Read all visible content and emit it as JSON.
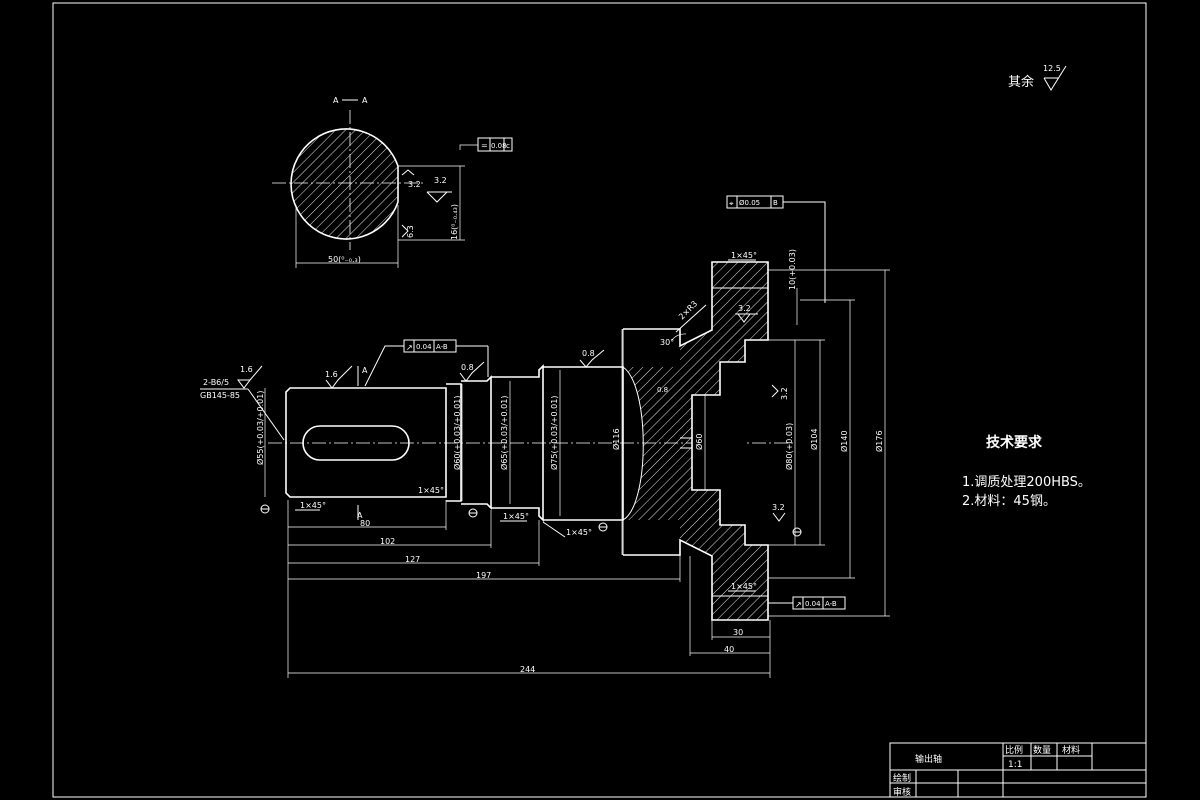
{
  "roughness_note": {
    "label": "其余",
    "value": "12.5"
  },
  "section": {
    "label_a1": "A",
    "label_a2": "A",
    "dim_width": "50(⁰₋₀.₃)",
    "dim_depth": "16(⁰₋₀.₄₃)",
    "rough1": "3.2",
    "rough2": "3.2",
    "rough3": "6.3",
    "tol_symbol": "=",
    "tol_value": "0.08",
    "tol_datum": "c"
  },
  "shaft": {
    "center_hole": "2-B6/5",
    "center_std": "GB145-85",
    "d1": "Ø55(+0.03/+0.01)",
    "d2": "Ø60(+0.03/+0.01)",
    "d3": "Ø65(+0.03/+0.01)",
    "d4": "Ø75(+0.03/+0.01)",
    "d5": "Ø116",
    "d6": "Ø60",
    "d7": "Ø80(+0.03)",
    "d8": "Ø104",
    "d9": "Ø140",
    "d10": "Ø176",
    "tol1_value": "0.04",
    "tol1_datum": "A-B",
    "tol2_value": "0.04",
    "tol2_datum": "A-B",
    "tol3_value": "Ø0.05",
    "tol3_datum": "B",
    "sec_a1": "A",
    "sec_a2": "A",
    "r16": "1.6",
    "r08a": "0.8",
    "r08b": "0.8",
    "r32a": "3.2",
    "r32b": "3.2",
    "r32c": "3.2",
    "ch1": "1×45°",
    "ch2": "1×45°",
    "ch3": "1×45°",
    "ch4": "1×45°",
    "ch5": "1×45°",
    "ch6": "1×45°",
    "angle": "30°",
    "r_label": "2×R3",
    "k_width": "10(+0.03)",
    "len80": "80",
    "len102": "102",
    "len127": "127",
    "len197": "197",
    "len244": "244",
    "len30": "30",
    "len40": "40"
  },
  "tech": {
    "title": "技术要求",
    "line1": "1.调质处理200HBS。",
    "line2": "2.材料：45钢。"
  },
  "title_block": {
    "part_name": "输出轴",
    "scale_label": "比例",
    "qty_label": "数量",
    "material_label": "材料",
    "scale_value": "1:1",
    "drawn_label": "绘制",
    "checked_label": "审核"
  }
}
